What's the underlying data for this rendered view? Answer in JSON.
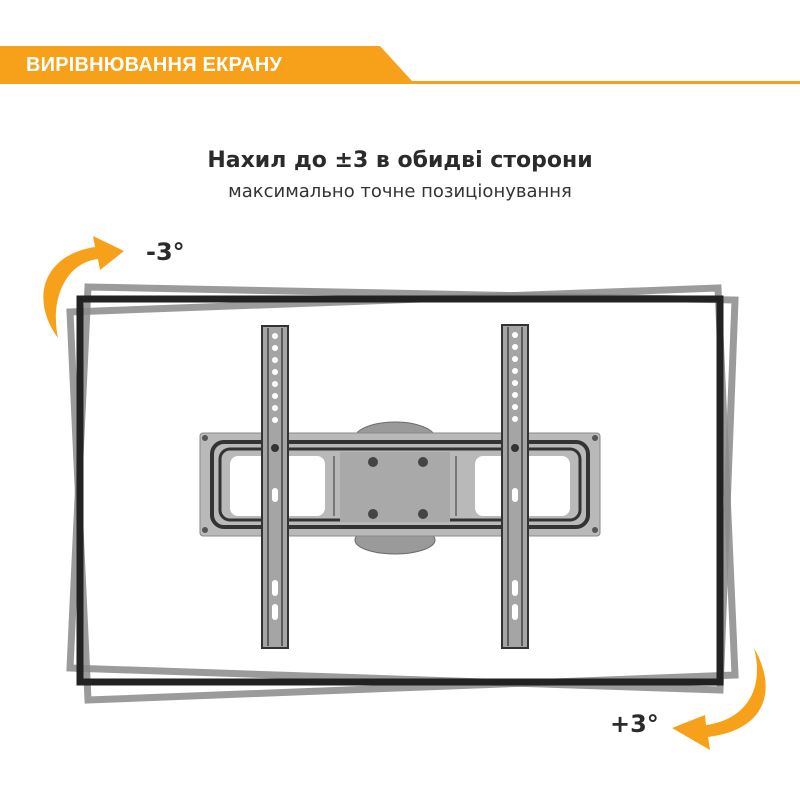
{
  "banner": {
    "label": "ВИРІВНЮВАННЯ ЕКРАНУ",
    "color": "#F7A11A"
  },
  "heading": {
    "title": "Нахил до ±3 в обидві сторони",
    "subtitle": "максимально точне позиціонування"
  },
  "tilt": {
    "minus_label": "-3°",
    "plus_label": "+3°",
    "arrow_color": "#F7A11A"
  },
  "product": {
    "name": "tv-wall-mount-bracket"
  }
}
